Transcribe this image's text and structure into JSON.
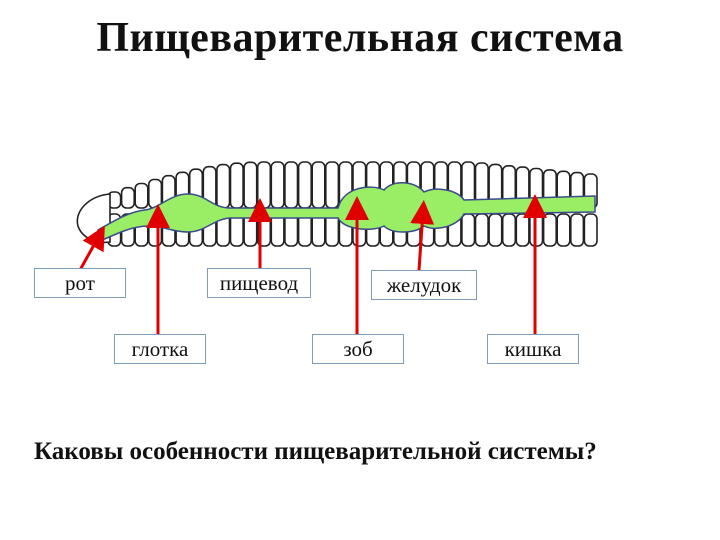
{
  "title": "Пищеварительная система",
  "question": "Каковы особенности пищеварительной системы?",
  "labels": {
    "mouth": "рот",
    "esophagus": "пищевод",
    "stomach": "желудок",
    "pharynx": "глотка",
    "crop": "зоб",
    "intestine": "кишка"
  },
  "colors": {
    "gut": "#99ee66",
    "arrow": "#e00000",
    "outline": "#3a4a8a"
  }
}
